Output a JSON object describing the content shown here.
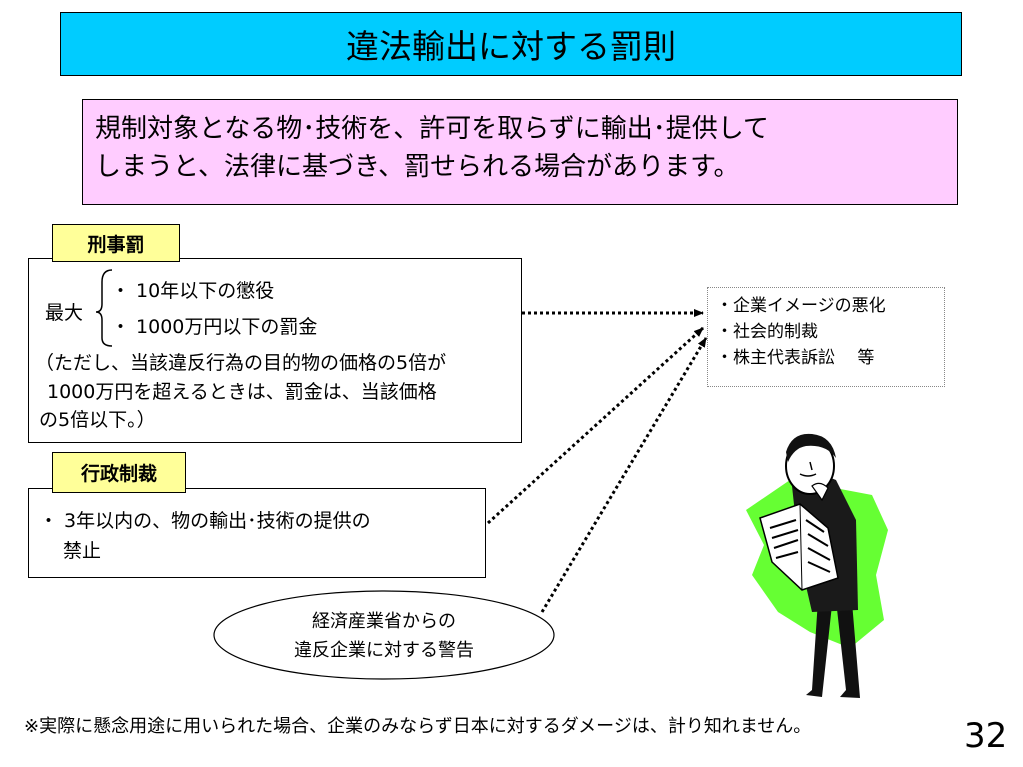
{
  "title": "違法輸出に対する罰則",
  "intro": {
    "line1": "規制対象となる物･技術を、許可を取らずに輸出･提供して",
    "line2": "しまうと、法律に基づき、罰せられる場合があります。"
  },
  "criminal": {
    "tag": "刑事罰",
    "max_label": "最大",
    "items": [
      "・ 10年以下の懲役",
      "・ 1000万円以下の罰金"
    ],
    "note": [
      "（ただし、当該違反行為の目的物の価格の5倍が",
      "1000万円を超えるときは、罰金は、当該価格",
      "の5倍以下。）"
    ]
  },
  "administrative": {
    "tag": "行政制裁",
    "text": [
      "・ 3年以内の、物の輸出･技術の提供の",
      "禁止"
    ]
  },
  "warning": [
    "経済産業省からの",
    "違反企業に対する警告"
  ],
  "consequences": [
    "・企業イメージの悪化",
    "・社会的制裁",
    "・株主代表訴訟　 等"
  ],
  "footnote": "※実際に懸念用途に用いられた場合、企業のみならず日本に対するダメージは、計り知れません。",
  "page_number": "32",
  "colors": {
    "title_bg": "#00ccff",
    "intro_bg": "#ffccff",
    "tag_bg": "#ffff99",
    "illustration_bg": "#66ff33"
  }
}
